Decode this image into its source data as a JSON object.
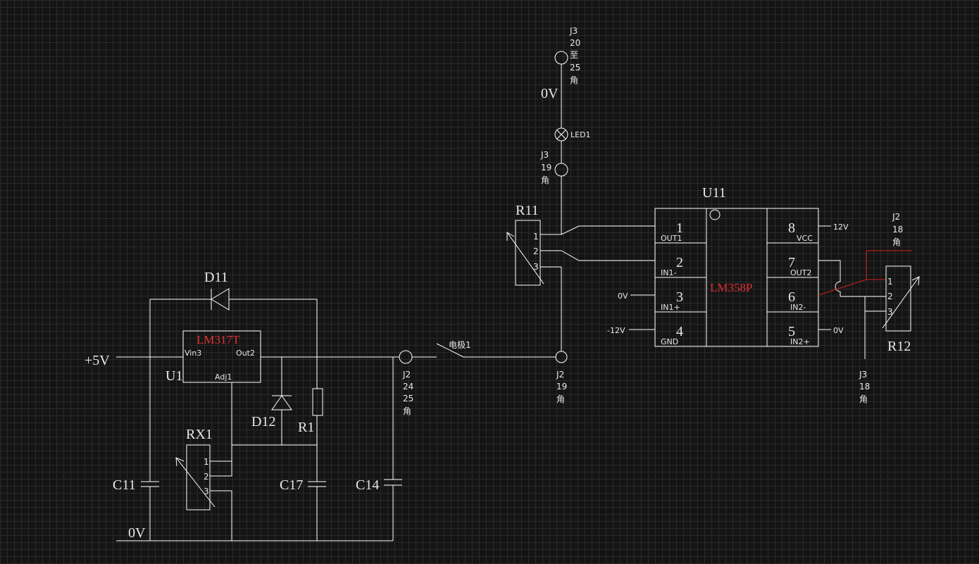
{
  "labels": {
    "plus5v": "+5V",
    "zero_v_bottom": "0V",
    "zero_v_top": "0V",
    "u1": "U1",
    "lm317t": "LM317T",
    "vin3": "Vin3",
    "out2": "Out2",
    "adj1": "Adj1",
    "d11": "D11",
    "d12": "D12",
    "r1": "R1",
    "rx1": "RX1",
    "c11": "C11",
    "c17": "C17",
    "c14": "C14",
    "r11": "R11",
    "r12": "R12",
    "u11": "U11",
    "lm358p": "LM358P",
    "led1": "LED1",
    "electrode1": "电极1",
    "pin1": "1",
    "pin2": "2",
    "pin3": "3",
    "ic_pins": [
      {
        "num": "1",
        "name": "OUT1"
      },
      {
        "num": "2",
        "name": "IN1-"
      },
      {
        "num": "3",
        "name": "IN1+"
      },
      {
        "num": "4",
        "name": "GND"
      },
      {
        "num": "8",
        "name": "VCC"
      },
      {
        "num": "7",
        "name": "OUT2"
      },
      {
        "num": "6",
        "name": "IN2-"
      },
      {
        "num": "5",
        "name": "IN2+"
      }
    ],
    "pin3_net": "0V",
    "pin4_net": "-12V",
    "pin8_net": "12V",
    "pin5_net": "0V",
    "j3_top": [
      "J3",
      "20",
      "至",
      "25",
      "角"
    ],
    "j3_19": [
      "J3",
      "19",
      "角"
    ],
    "j2_19": [
      "J2",
      "19",
      "角"
    ],
    "j2_2425": [
      "J2",
      "24",
      "25",
      "角"
    ],
    "j2_18": [
      "J2",
      "18",
      "角"
    ],
    "j3_18": [
      "J3",
      "18",
      "角"
    ]
  },
  "colors": {
    "background": "#141414",
    "grid": "#2a2a2a",
    "wire": "#ffffff",
    "highlight": "#d42020"
  }
}
